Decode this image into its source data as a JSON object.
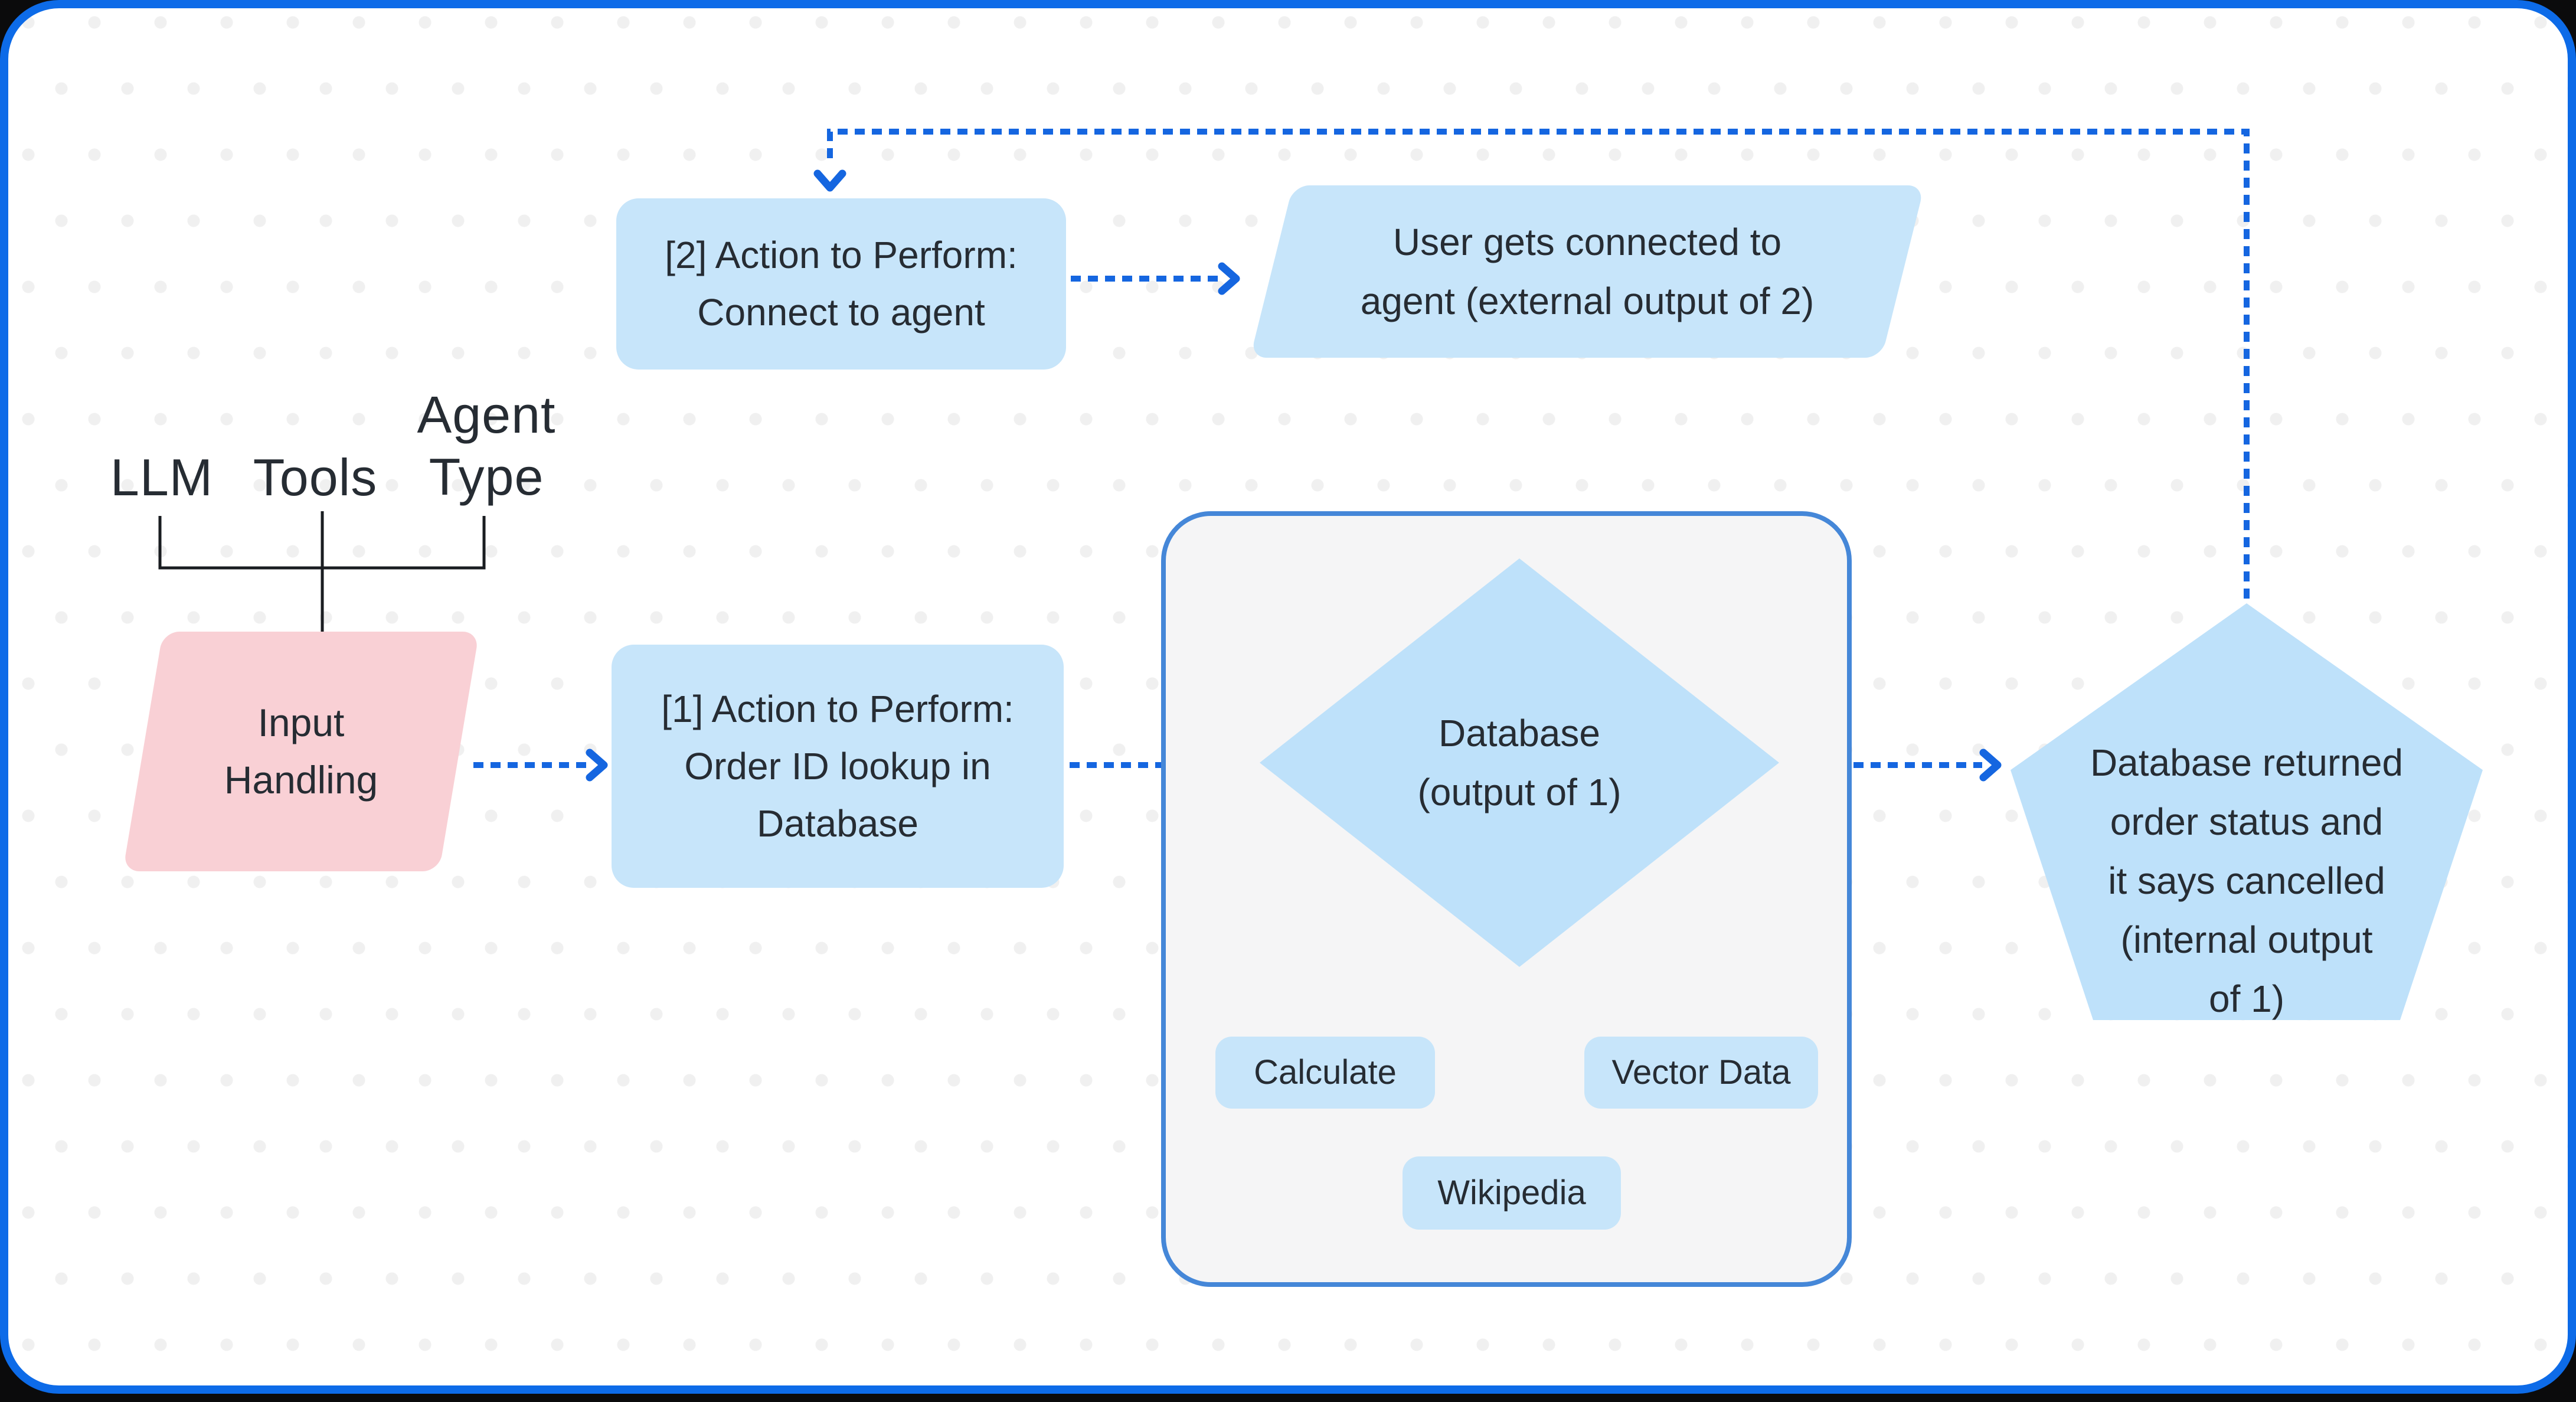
{
  "colors": {
    "outer-bg": "#0b0b0c",
    "card-border": "#0d6be8",
    "card-bg": "#ffffff",
    "dot": "#f0f0f0",
    "arrow": "#1566e0",
    "node-blue": "#c7e5fa",
    "node-blue-deep": "#bee1fa",
    "node-pink": "#f9d0d5",
    "group-border": "#4587d8",
    "group-bg": "#f5f5f6",
    "text": "#262c33",
    "bracket": "#1a1d21"
  },
  "inputs": {
    "llm": "LLM",
    "tools": "Tools",
    "agent_type": "Agent\nType"
  },
  "nodes": {
    "input_handling": "Input\nHandling",
    "action1": "[1] Action to Perform:\nOrder ID lookup in\nDatabase",
    "action2": "[2] Action to Perform:\nConnect to agent",
    "user_output": "User gets connected to\nagent (external output of 2)",
    "database_decision": "Database\n(output of 1)",
    "pentagon_output": "Database returned\norder status and\nit says cancelled\n(internal output\nof 1)"
  },
  "tools_group": {
    "calculate": "Calculate",
    "vector_data": "Vector Data",
    "wikipedia": "Wikipedia"
  }
}
